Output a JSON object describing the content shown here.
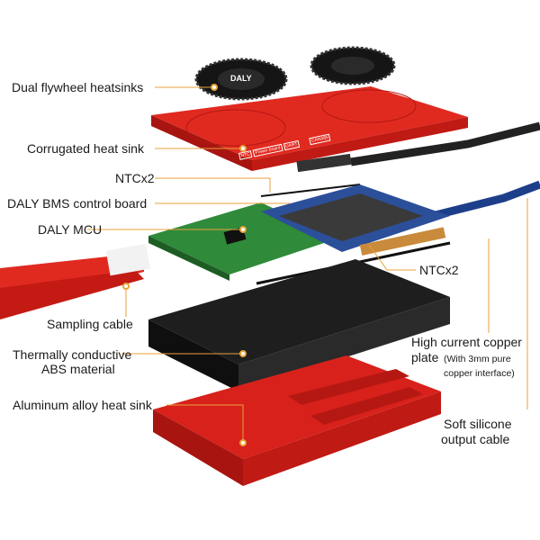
{
  "colors": {
    "leader": "#e8a23a",
    "red": "#d8211b",
    "dark": "#1c1c1c",
    "pcb_green": "#2f8a3a",
    "pcb_blue": "#2c4f9a"
  },
  "labels": {
    "flywheel": "Dual flywheel heatsinks",
    "corrugated": "Corrugated heat sink",
    "ntc_top": "NTCx2",
    "control_board": "DALY BMS control board",
    "mcu": "DALY MCU",
    "ntc_bottom": "NTCx2",
    "sampling": "Sampling cable",
    "abs_line1": "Thermally conductive",
    "abs_line2": "ABS material",
    "aluminum": "Aluminum alloy heat sink",
    "copper_line1": "High current copper",
    "copper_line2": "plate",
    "copper_note1": "(With 3mm pure",
    "copper_note2": "copper interface)",
    "cable_line1": "Soft silicone",
    "cable_line2": "output cable"
  },
  "heatsink_ports": [
    "NTC",
    "Power board",
    "UART",
    "CAN485"
  ],
  "flywheel_logo": "DALY"
}
